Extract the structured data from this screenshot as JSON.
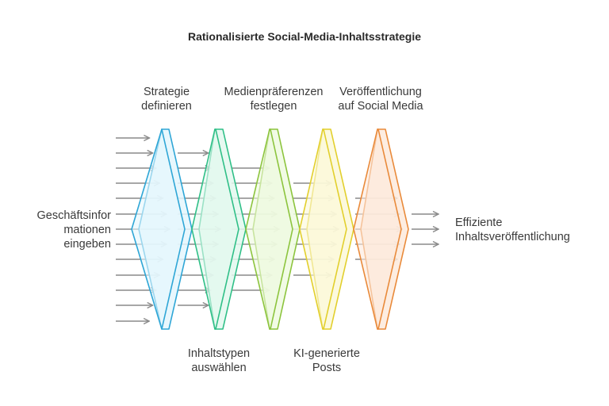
{
  "title": "Rationalisierte Social-Media-Inhaltsstrategie",
  "input_label": "Geschäftsinfor\nmationen\neingeben",
  "output_label": "Effiziente\nInhaltsveröffentlichung",
  "stages": [
    {
      "label": "Strategie\ndefinieren",
      "label_pos": "top",
      "stroke": "#2ea6d6",
      "fill": "#e4f6fd"
    },
    {
      "label": "Inhaltstypen\nauswählen",
      "label_pos": "bottom",
      "stroke": "#2fbf87",
      "fill": "#e3f8ee"
    },
    {
      "label": "Medienpräferenzen\nfestlegen",
      "label_pos": "top",
      "stroke": "#8cc43d",
      "fill": "#effae0"
    },
    {
      "label": "KI-generierte\nPosts",
      "label_pos": "bottom",
      "stroke": "#e2cf2c",
      "fill": "#fcf8d8"
    },
    {
      "label": "Veröffentlichung\nauf Social Media",
      "label_pos": "top",
      "stroke": "#e98a3a",
      "fill": "#fdeadc"
    }
  ],
  "arrow_color": "#8a8a8a"
}
